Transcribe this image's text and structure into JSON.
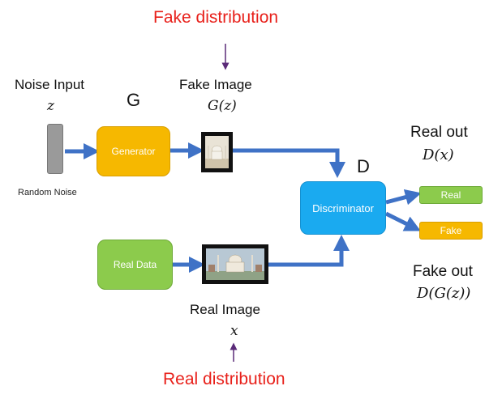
{
  "labels": {
    "fake_distribution": "Fake distribution",
    "real_distribution": "Real distribution",
    "noise_input": "Noise Input",
    "noise_var": "z",
    "random_noise": "Random  Noise",
    "g_label": "G",
    "d_label": "D",
    "fake_image": "Fake Image",
    "fake_image_math": "G(z)",
    "real_image": "Real Image",
    "real_image_math": "x",
    "real_out": "Real out",
    "real_out_math": "D(x)",
    "fake_out": "Fake out",
    "fake_out_math": "D(G(z))"
  },
  "boxes": {
    "generator": "Generator",
    "discriminator": "Discriminator",
    "real_data": "Real  Data",
    "real_output": "Real",
    "fake_output": "Fake"
  },
  "colors": {
    "red_text": "#e8201a",
    "arrow_blue": "#3f72c6",
    "generator": "#f6b800",
    "discriminator": "#1aaaf0",
    "real_data": "#8ccb4c",
    "real_output": "#8ccb4c",
    "fake_output": "#f6b800",
    "noise_bar": "#9a9a9a",
    "purple_arrow": "#5a2a78"
  },
  "icons": {
    "fake_image_thumbnail": "taj-mahal-small-icon",
    "real_image_thumbnail": "taj-mahal-wide-icon"
  }
}
